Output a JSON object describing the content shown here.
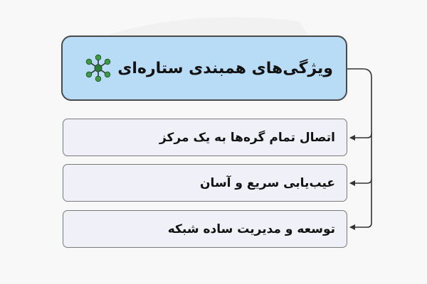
{
  "diagram": {
    "title": "ویژگی‌های همبندی ستاره‌ای",
    "title_icon": "star-topology-icon",
    "items": [
      {
        "label": "اتصال تمام گره‌ها به یک مرکز"
      },
      {
        "label": "عیب‌یابی سریع و آسان"
      },
      {
        "label": "توسعه و مدیریت ساده شبکه"
      }
    ]
  },
  "colors": {
    "background": "#f8f8f8",
    "title_fill": "#b9dcf6",
    "item_fill": "#f0f1f8",
    "border": "#4a4a4a",
    "icon_center": "#2f7d3a",
    "icon_nodes": "#3e9a46"
  }
}
